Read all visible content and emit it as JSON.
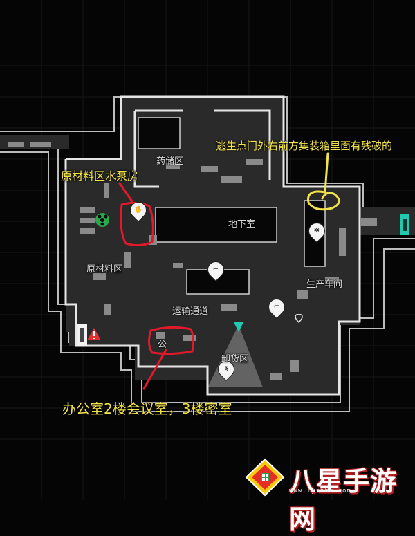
{
  "map": {
    "labels": {
      "pharmacy": "药储区",
      "basement": "地下室",
      "raw_material": "原材料区",
      "production": "生产车间",
      "transport": "运输通道",
      "unloading": "卸货区",
      "office": "公"
    },
    "annotations": {
      "pump_room": "原材料区水泵房",
      "extraction": "逃生点门外右前方集装箱里面有残破的",
      "office": "办公室2楼会议室，3楼密室"
    },
    "icons": [
      "radiation-icon",
      "hand-icon",
      "fan-icon",
      "gun-icon",
      "key-icon",
      "heart-icon",
      "warning-icon",
      "exit-door-icon"
    ],
    "colors": {
      "annotation": "#f2e24a",
      "circle": "#e0192b",
      "floor": "#2b2b2b",
      "wall": "#e6e6e6",
      "exit": "#20c9b0",
      "warning": "#e03030"
    }
  },
  "watermark": {
    "text": "八星手游网",
    "url": "www.lyshbx.com"
  }
}
